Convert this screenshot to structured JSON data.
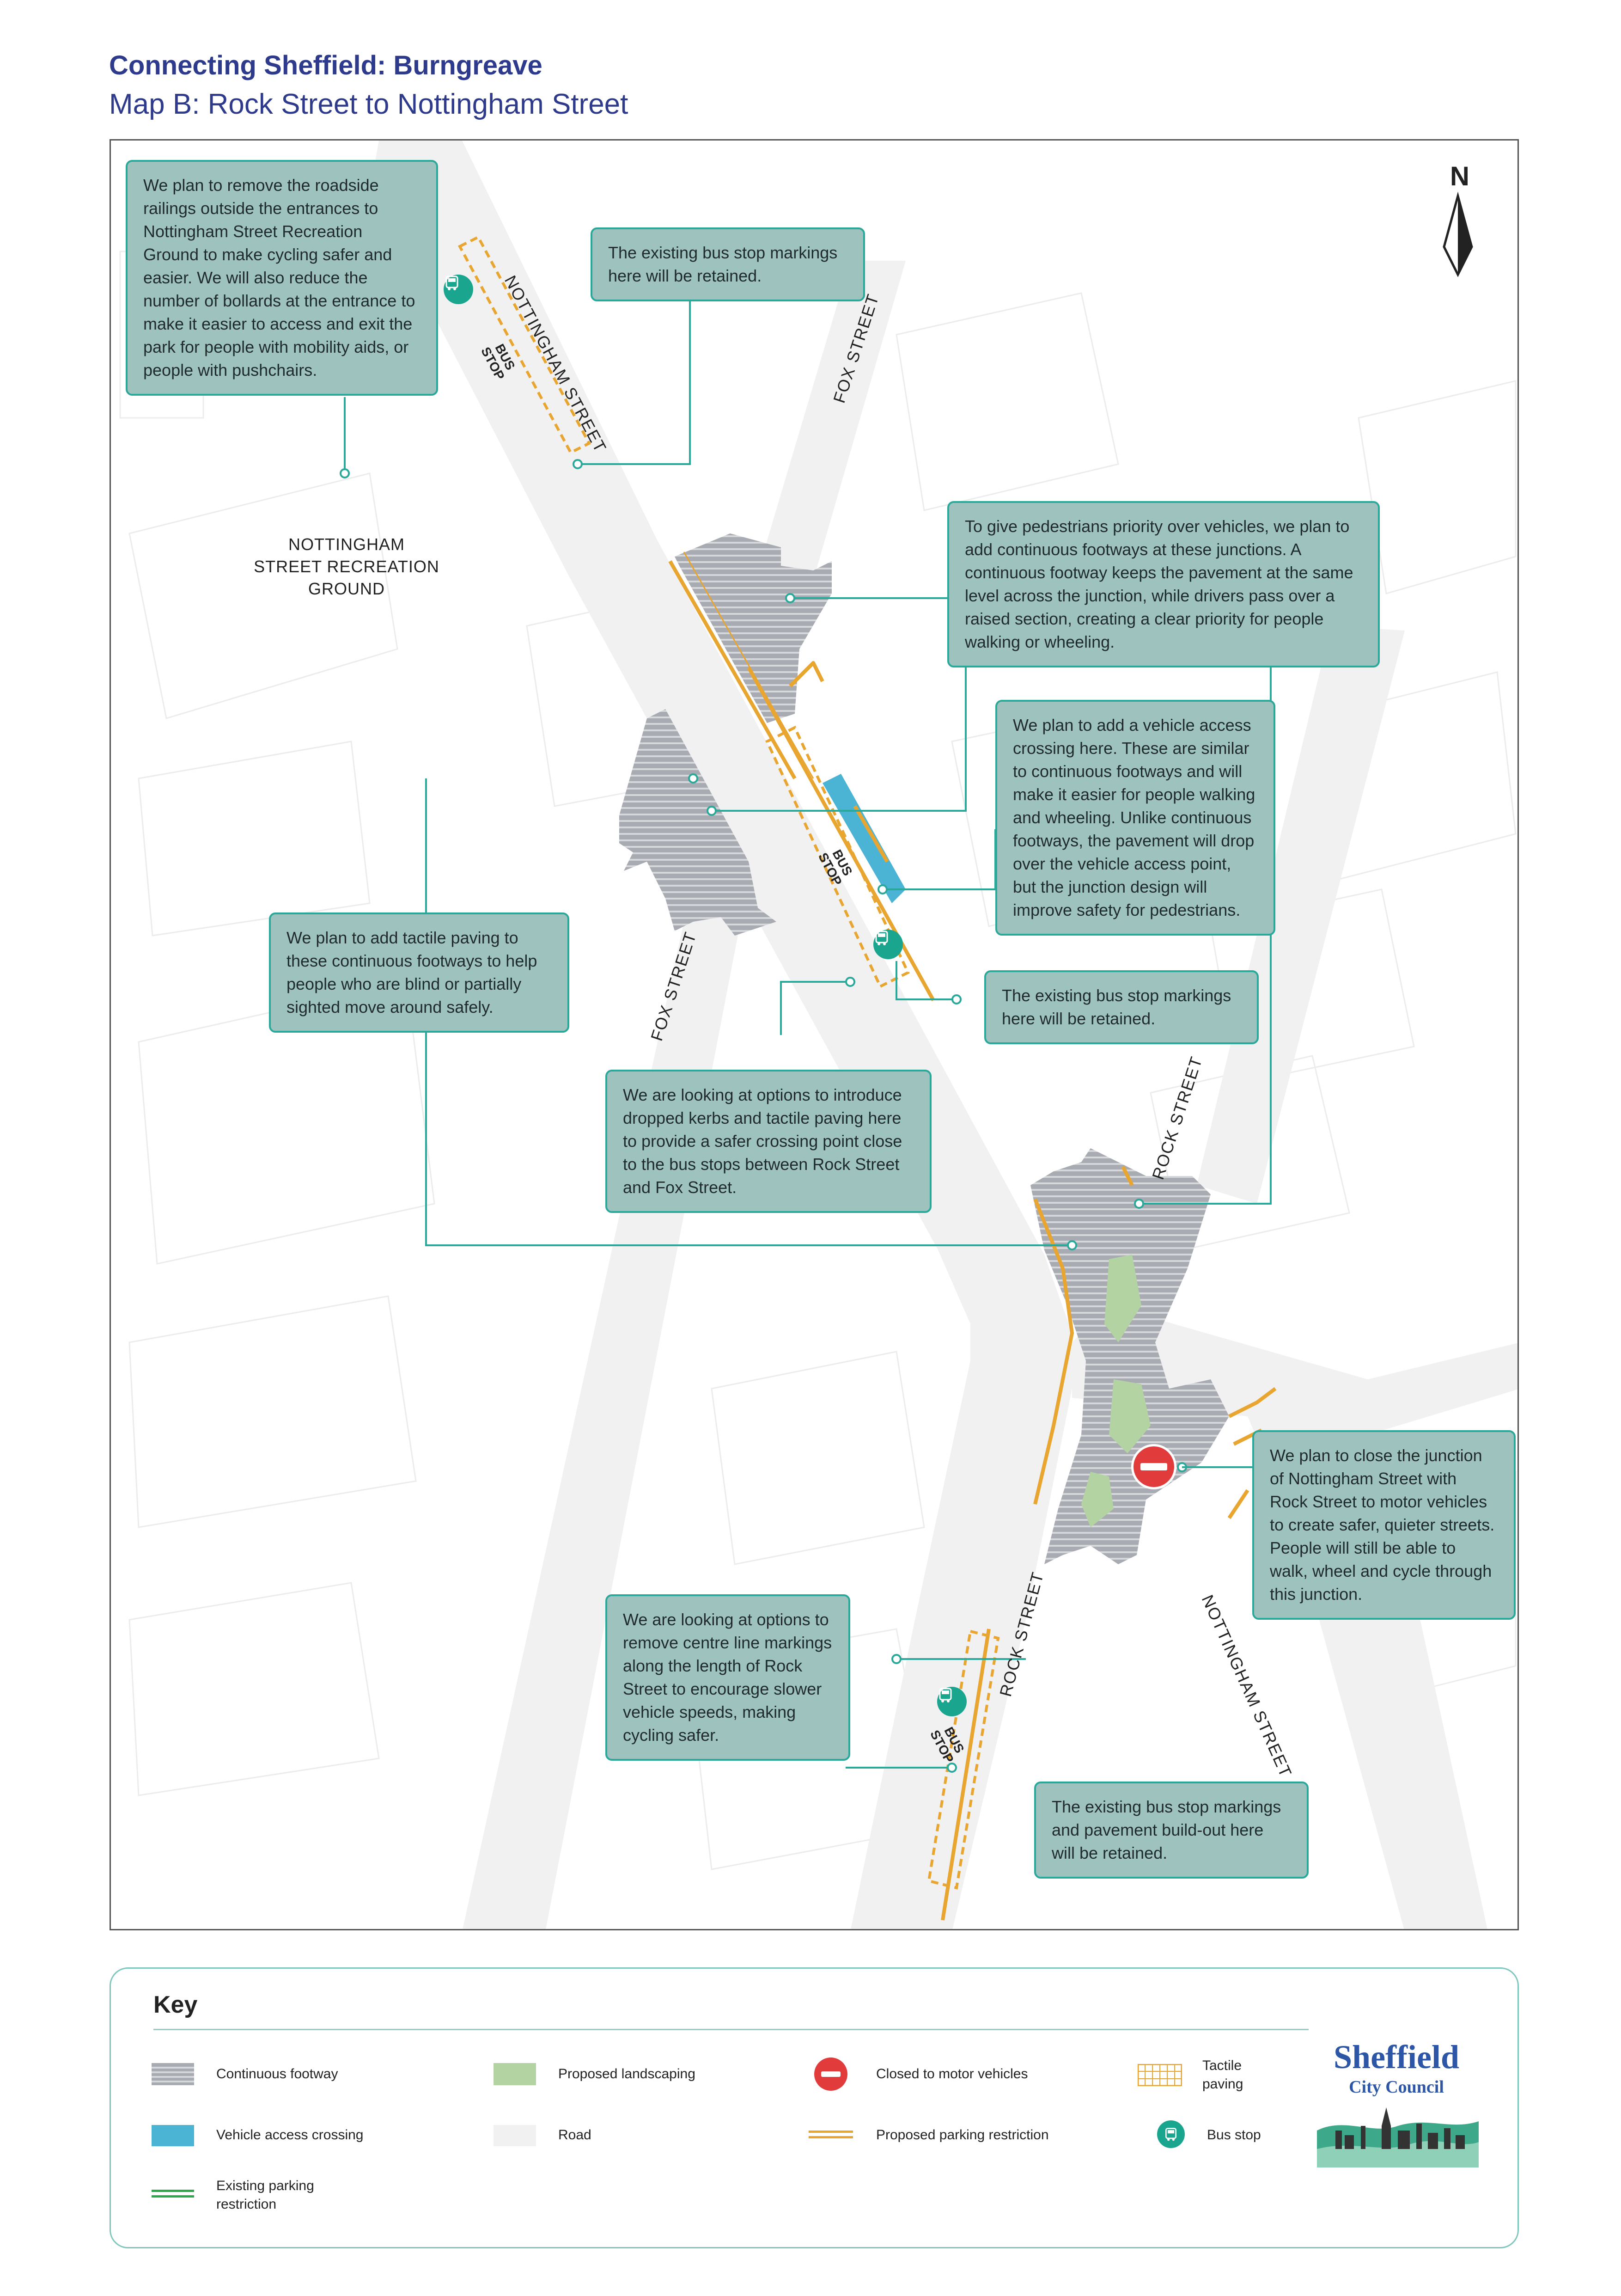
{
  "header": {
    "title": "Connecting Sheffield: Burngreave",
    "subtitle": "Map B: Rock Street to Nottingham Street"
  },
  "map": {
    "north": "N",
    "area_label": "NOTTINGHAM\nSTREET RECREATION\nGROUND",
    "streets": {
      "nottingham_top": "NOTTINGHAM STREET",
      "fox_top": "FOX STREET",
      "fox_bottom": "FOX STREET",
      "rock_top": "ROCK STREET",
      "rock_bottom": "ROCK STREET",
      "nottingham_bottom": "NOTTINGHAM STREET"
    },
    "bus_stop_text": "BUS\nSTOP",
    "callouts": {
      "railings": "We plan to remove the roadside railings outside the entrances to Nottingham Street Recreation Ground to make cycling safer and easier. We will also reduce the number of bollards at the entrance to make it easier to access and exit the park for people with mobility aids, or people with pushchairs.",
      "bus_retained_top": "The existing bus stop markings here will be retained.",
      "continuous_footways": "To give pedestrians priority over vehicles, we plan to add continuous footways at these junctions. A continuous footway keeps the pavement at the same level across the junction, while drivers pass over a raised section, creating a clear priority for people walking or wheeling.",
      "vehicle_access": "We plan to add a vehicle access crossing here. These are similar to continuous footways and will make it easier for people walking and wheeling. Unlike continuous footways, the pavement will drop over the vehicle access point, but the junction design will improve safety for pedestrians.",
      "tactile": "We plan to add tactile paving to these continuous footways to help people who are blind or partially sighted move around safely.",
      "bus_retained_mid": "The existing bus stop markings here will be retained.",
      "dropped_kerbs": "We are looking at options to introduce dropped kerbs and tactile paving here to provide a safer crossing point close to the bus stops between Rock Street and Fox Street.",
      "close_junction": "We plan to close the junction of Nottingham Street with Rock Street to motor vehicles to create safer, quieter streets. People will still be able to walk, wheel and cycle through this junction.",
      "centre_line": "We are looking at options to remove centre line markings along the length of Rock Street to encourage slower vehicle speeds, making cycling safer.",
      "bus_buildout": "The existing bus stop markings and pavement build-out here will be retained."
    },
    "colors": {
      "footway": "#a9abb3",
      "landscaping": "#b3d3a3",
      "vehicle_access": "#4bb4d4",
      "road": "#f2f1f1",
      "parking": "#e8a631",
      "callout_bg": "#9ec3bf",
      "callout_border": "#2aa89a",
      "closed": "#e23b3b",
      "bus": "#1aa58f"
    }
  },
  "key": {
    "title": "Key",
    "items": {
      "continuous_footway": "Continuous footway",
      "vehicle_access": "Vehicle access crossing",
      "existing_parking": "Existing parking restriction",
      "landscaping": "Proposed landscaping",
      "road": "Road",
      "closed": "Closed to motor vehicles",
      "proposed_parking": "Proposed parking restriction",
      "tactile": "Tactile paving",
      "bus_stop": "Bus stop"
    }
  },
  "logo": {
    "name": "Sheffield",
    "sub": "City Council"
  }
}
